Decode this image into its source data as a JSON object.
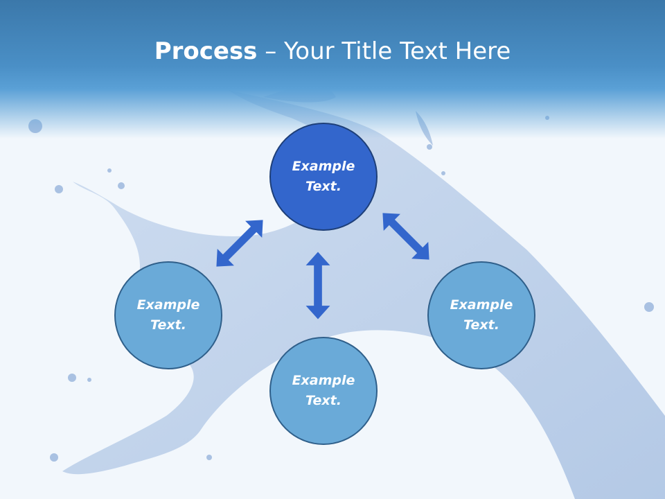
{
  "slide": {
    "title_bold": "Process",
    "title_rest": " – Your Title Text Here"
  },
  "nodes": {
    "top": {
      "line1": "Example",
      "line2": "Text."
    },
    "left": {
      "line1": "Example",
      "line2": "Text."
    },
    "right": {
      "line1": "Example",
      "line2": "Text."
    },
    "bottom": {
      "line1": "Example",
      "line2": "Text."
    }
  },
  "colors": {
    "header": "#4a8fc6",
    "node_fill": "#6aaad8",
    "node_highlight": "#3366cc",
    "arrow": "#3366cc",
    "splash": "#b9cde8"
  },
  "icons": [
    "double-arrow-icon"
  ]
}
